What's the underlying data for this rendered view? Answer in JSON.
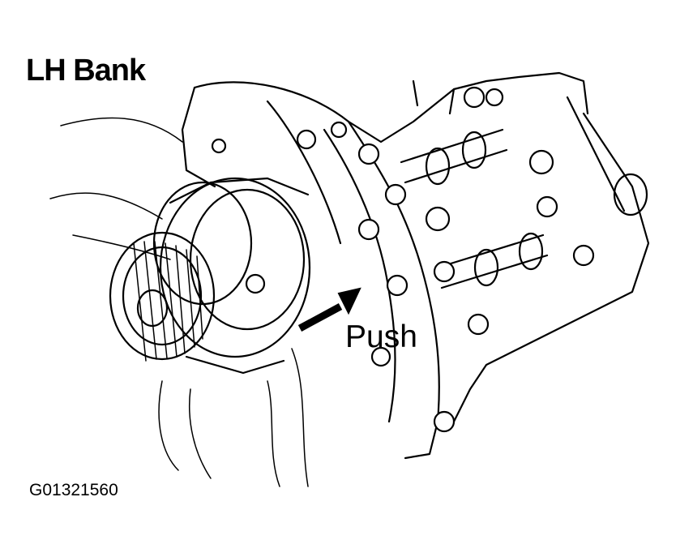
{
  "diagram": {
    "title": "LH Bank",
    "callout_label": "Push",
    "figure_id": "G01321560"
  }
}
